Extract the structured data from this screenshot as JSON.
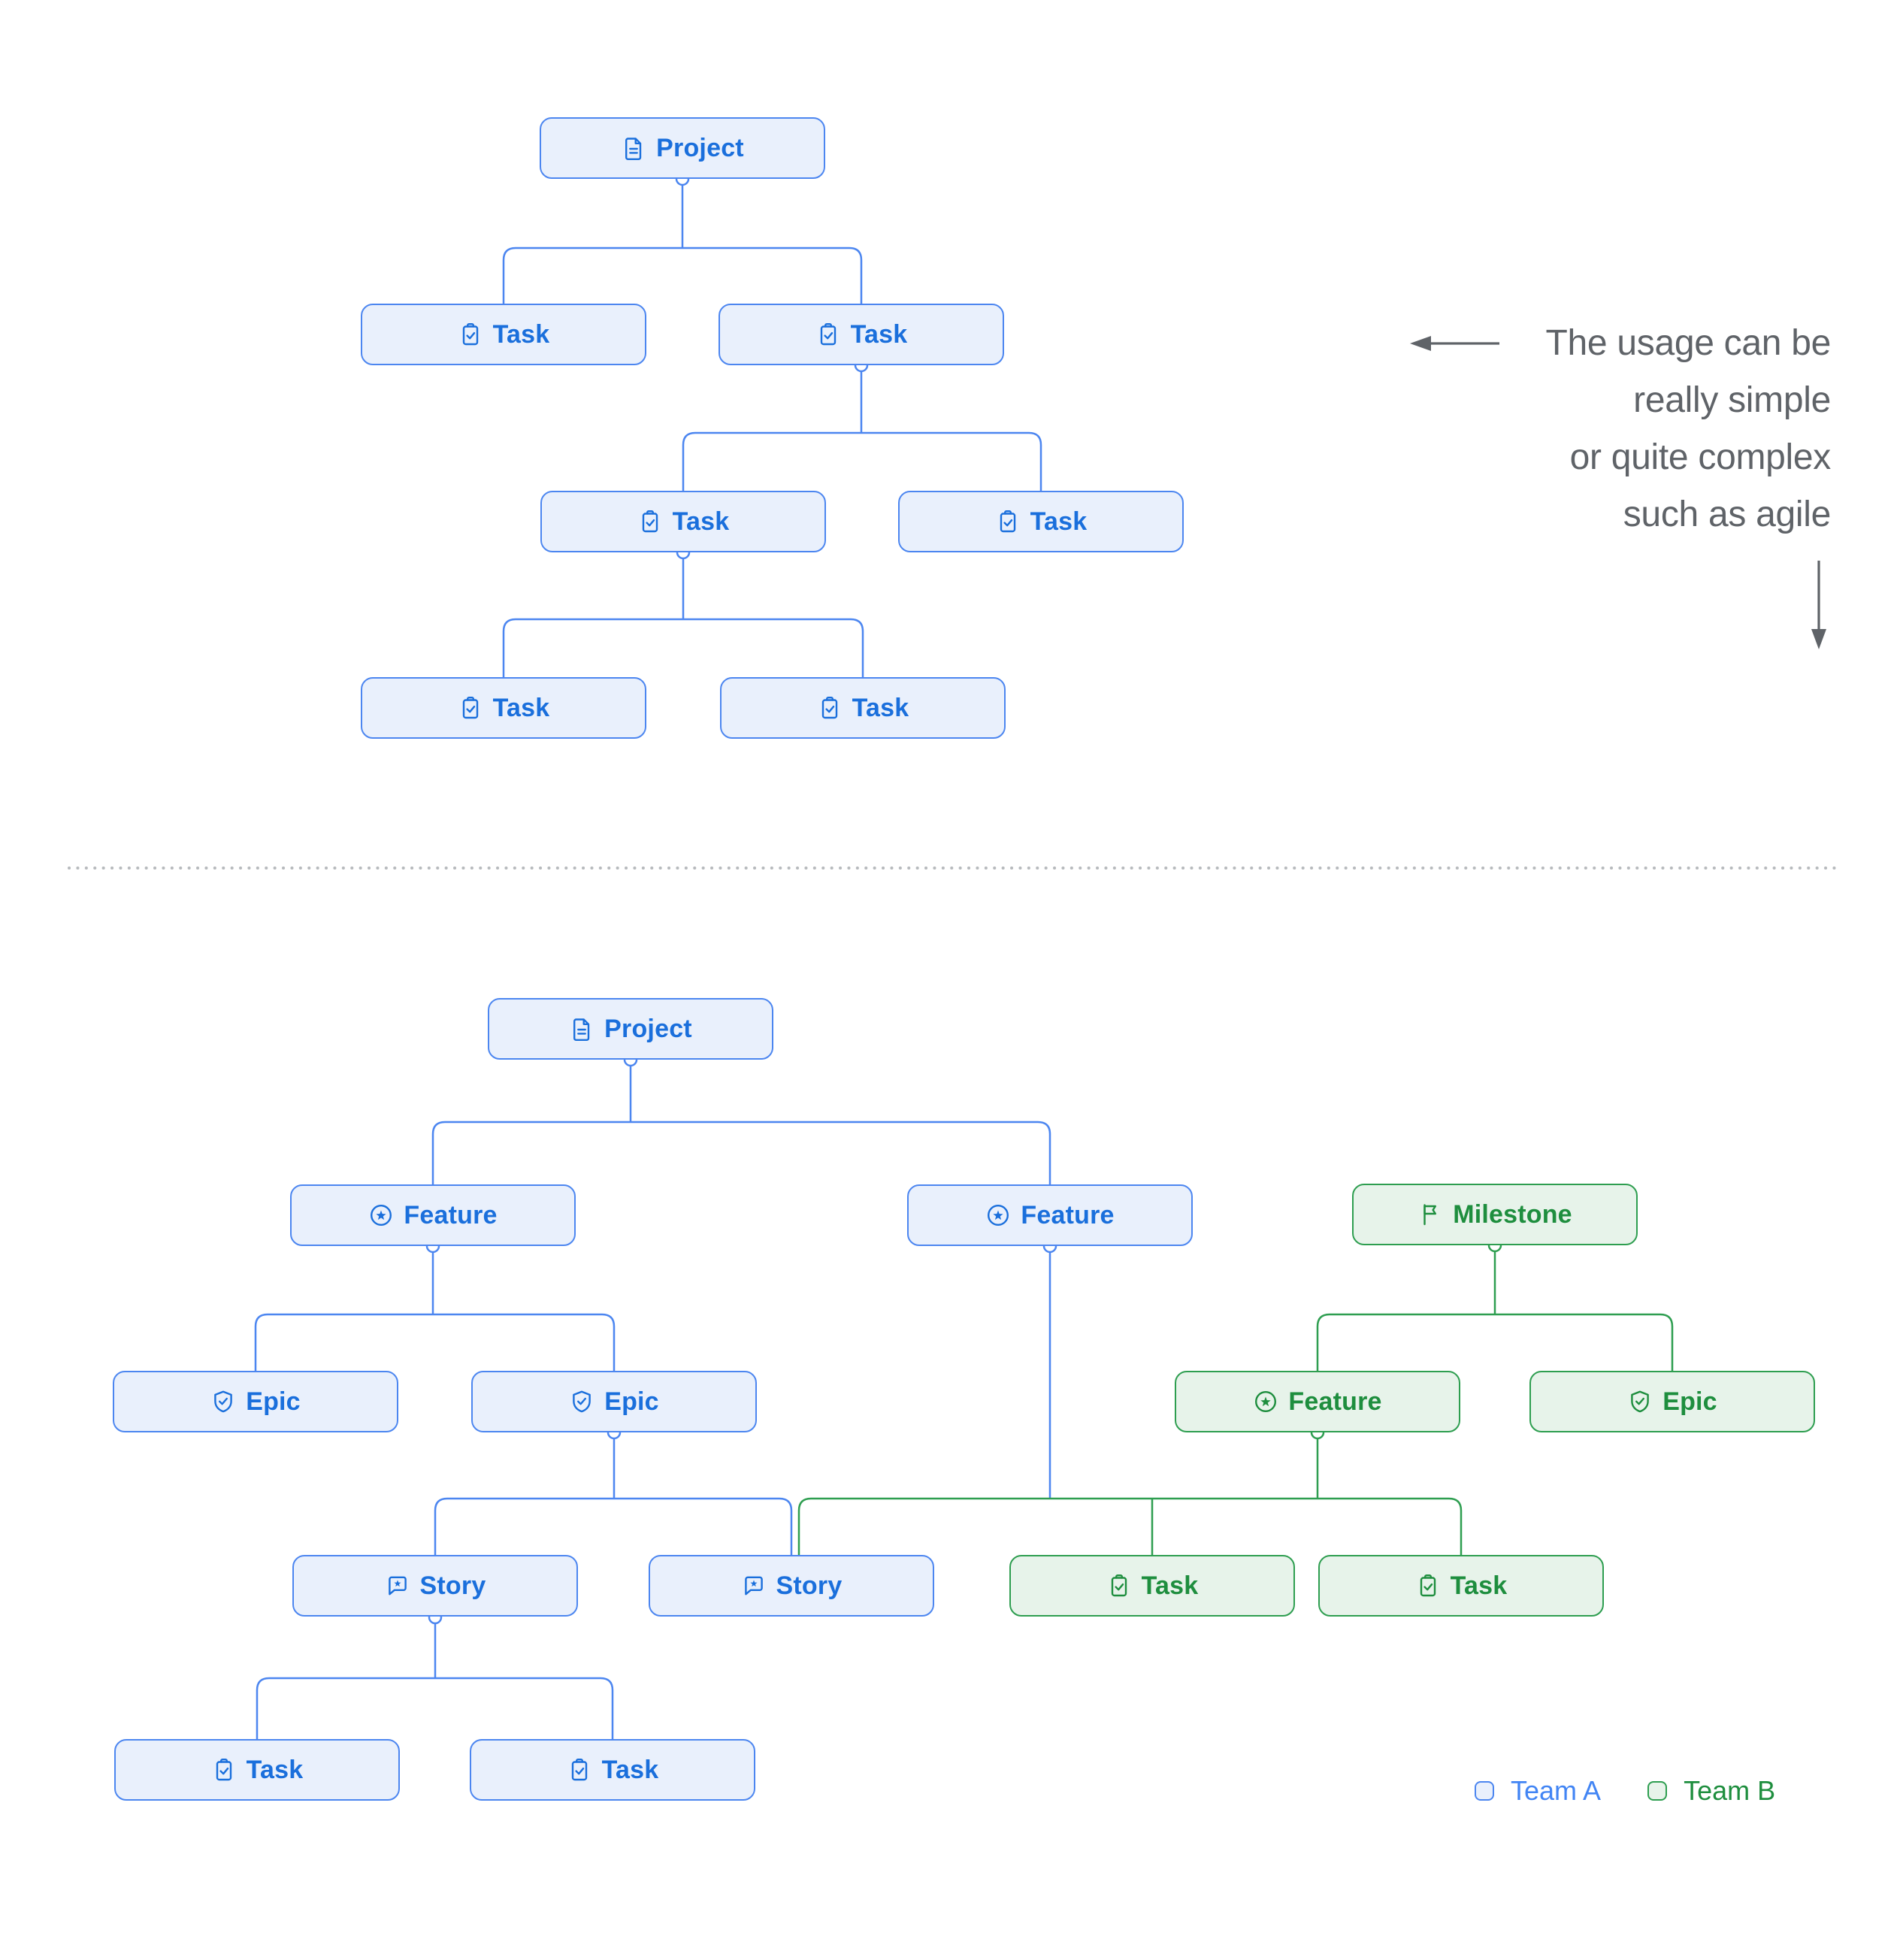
{
  "colors": {
    "blue_border": "#4C86F0",
    "blue_fill": "#E9F0FC",
    "blue_text": "#1A6FDC",
    "green_border": "#2E9E50",
    "green_fill": "#E7F3EA",
    "green_text": "#1E8E3E",
    "annotation_gray": "#5F6368",
    "separator_dots": "#B7BABD",
    "legend_team_a_text": "#4285F4",
    "legend_team_b_text": "#1E8E3E"
  },
  "nodes": {
    "project_top": {
      "label": "Project",
      "icon": "document",
      "team": "A"
    },
    "task_1l": {
      "label": "Task",
      "icon": "task",
      "team": "A"
    },
    "task_1r": {
      "label": "Task",
      "icon": "task",
      "team": "A"
    },
    "task_2l": {
      "label": "Task",
      "icon": "task",
      "team": "A"
    },
    "task_2r": {
      "label": "Task",
      "icon": "task",
      "team": "A"
    },
    "task_3l": {
      "label": "Task",
      "icon": "task",
      "team": "A"
    },
    "task_3r": {
      "label": "Task",
      "icon": "task",
      "team": "A"
    },
    "project_b": {
      "label": "Project",
      "icon": "document",
      "team": "A"
    },
    "feature_1": {
      "label": "Feature",
      "icon": "feature",
      "team": "A"
    },
    "feature_2": {
      "label": "Feature",
      "icon": "feature",
      "team": "A"
    },
    "milestone": {
      "label": "Milestone",
      "icon": "milestone",
      "team": "B"
    },
    "epic_1": {
      "label": "Epic",
      "icon": "epic",
      "team": "A"
    },
    "epic_2": {
      "label": "Epic",
      "icon": "epic",
      "team": "A"
    },
    "g_feature": {
      "label": "Feature",
      "icon": "feature",
      "team": "B"
    },
    "g_epic": {
      "label": "Epic",
      "icon": "epic",
      "team": "B"
    },
    "story_1": {
      "label": "Story",
      "icon": "story",
      "team": "A"
    },
    "story_2": {
      "label": "Story",
      "icon": "story",
      "team": "A"
    },
    "g_task_1": {
      "label": "Task",
      "icon": "task",
      "team": "B"
    },
    "g_task_2": {
      "label": "Task",
      "icon": "task",
      "team": "B"
    },
    "b_task_1": {
      "label": "Task",
      "icon": "task",
      "team": "A"
    },
    "b_task_2": {
      "label": "Task",
      "icon": "task",
      "team": "A"
    }
  },
  "annotation": {
    "lines": [
      "The usage can be",
      "really simple",
      "or quite complex",
      "such as agile"
    ]
  },
  "legend": {
    "team_a_label": "Team A",
    "team_b_label": "Team B"
  }
}
